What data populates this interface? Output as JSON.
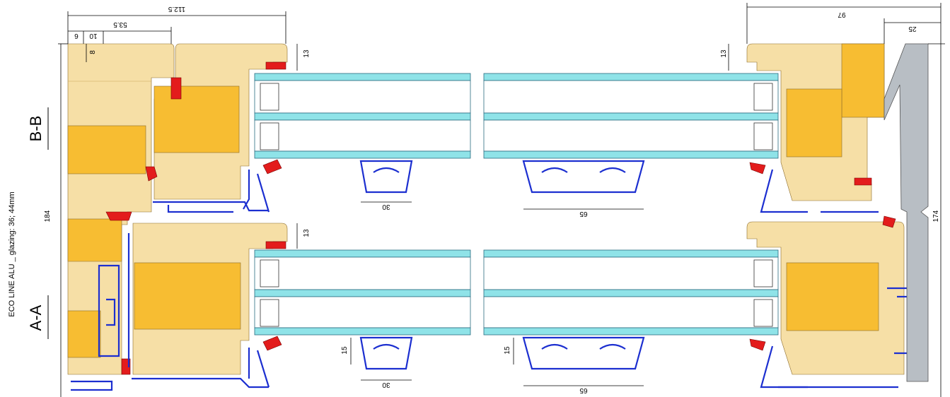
{
  "caption": "ECO LINE ALU _ glazing: 36; 44mm",
  "sections": {
    "top": "B-B",
    "bottom": "A-A"
  },
  "dimensions": {
    "overall_height_left": "184",
    "overall_height_right": "174",
    "frame_width_left": "112.5",
    "frame_width_right": "97",
    "rebate": "53.5",
    "d6": "6",
    "d10": "10",
    "d8": "8",
    "d13": "13",
    "d25": "25",
    "bead_small": "30",
    "bead_large": "65",
    "bead_offset": "15"
  },
  "colors": {
    "wood_light": "#f6dfa6",
    "wood_dark": "#f7bd32",
    "glass": "#8fe3e8",
    "aluminium": "#1c2fd0",
    "seal": "#e31c1c",
    "alu_cap": "#b8bec4"
  }
}
